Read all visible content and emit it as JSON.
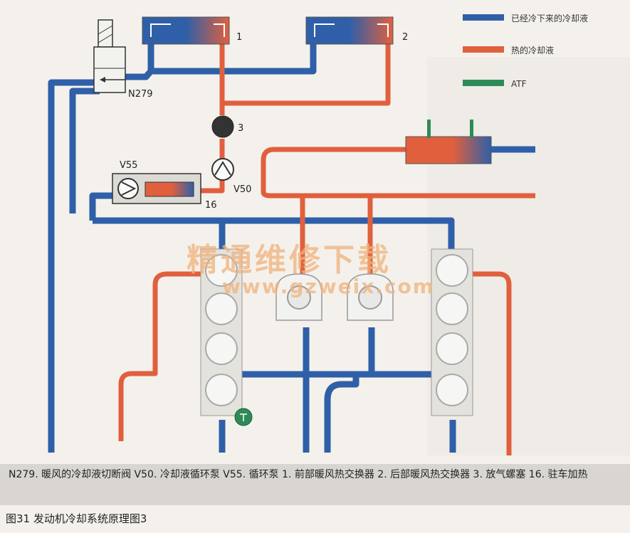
{
  "legend": [
    {
      "label": "已经冷下来的冷却液",
      "color": "#2f5fa8"
    },
    {
      "label": "热的冷却液",
      "color": "#e0603e"
    },
    {
      "label": "ATF",
      "color": "#2e8b57"
    }
  ],
  "labels": {
    "n279": "N279",
    "v55": "V55",
    "v50": "V50",
    "c1": "1",
    "c2": "2",
    "c3": "3",
    "c16": "16"
  },
  "watermark": {
    "line1": "精通维修下载",
    "line2": "www.gzweix.com"
  },
  "caption": "N279. 暖风的冷却液切断阀   V50. 冷却液循环泵   V55. 循环泵   1. 前部暖风热交换器   2. 后部暖风热交换器   3. 放气螺塞   16. 驻车加热",
  "figure_title": "图31    发动机冷却系统原理图3",
  "colors": {
    "cold": "#2f5fa8",
    "hot": "#e0603e",
    "atf": "#2e8b57"
  }
}
